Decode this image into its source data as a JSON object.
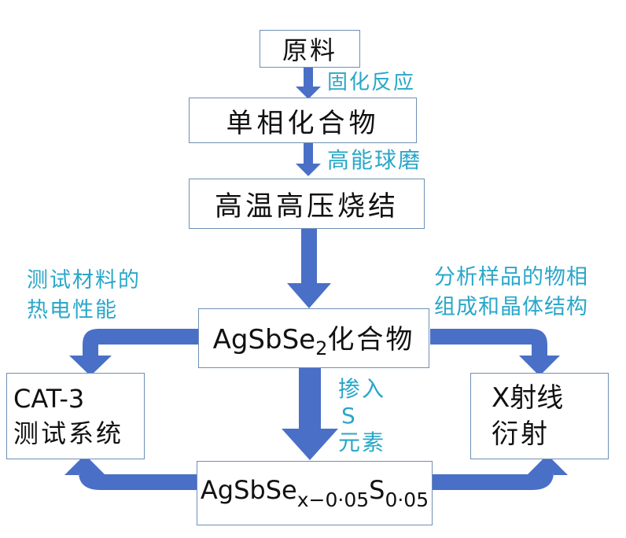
{
  "nodes": {
    "raw_material": "原料",
    "single_phase": "单相化合物",
    "sintering": "高温高压烧结",
    "compound_main": "AgSbSe",
    "compound_main_sub": "2",
    "compound_main_suffix": "化合物",
    "compound_doped_main": "AgSbSe",
    "compound_doped_sub1": "x−0·05",
    "compound_doped_s": "S",
    "compound_doped_sub2": "0·05",
    "cat3_line1": "CAT-3",
    "cat3_line2": "测试系统",
    "xrd_line1": "X射线",
    "xrd_line2": "衍射"
  },
  "labels": {
    "solid_reaction": "固化反应",
    "ball_milling": "高能球磨",
    "test_line1": "测试材料的",
    "test_line2": "热电性能",
    "analyze_line1": "分析样品的物相",
    "analyze_line2": "组成和晶体结构",
    "dope_line1": "掺入",
    "dope_line2": "S",
    "dope_line3": "元素"
  },
  "colors": {
    "arrow": "#4a6fc7",
    "label": "#2aa7c9",
    "box_border": "#6f8fb5"
  }
}
